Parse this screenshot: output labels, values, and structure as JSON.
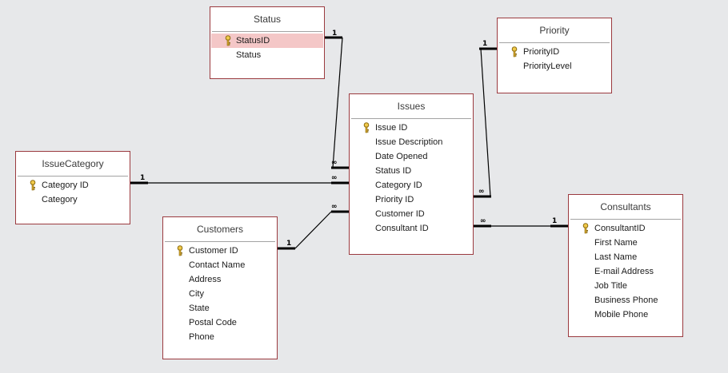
{
  "colors": {
    "background": "#e7e8ea",
    "table_border": "#9b3a3f",
    "selected_row": "#f4c7c7",
    "relationship_line": "#000000"
  },
  "icons": {
    "primary_key": "key-icon"
  },
  "relationship_labels": {
    "one": "1",
    "many": "∞"
  },
  "tables": {
    "status": {
      "title": "Status",
      "fields": [
        "StatusID",
        "Status"
      ],
      "primary_key": "StatusID",
      "selected_field": "StatusID"
    },
    "priority": {
      "title": "Priority",
      "fields": [
        "PriorityID",
        "PriorityLevel"
      ],
      "primary_key": "PriorityID"
    },
    "issues": {
      "title": "Issues",
      "fields": [
        "Issue ID",
        "Issue Description",
        "Date Opened",
        "Status ID",
        "Category ID",
        "Priority ID",
        "Customer ID",
        "Consultant ID"
      ],
      "primary_key": "Issue ID"
    },
    "issue_category": {
      "title": "IssueCategory",
      "fields": [
        "Category ID",
        "Category"
      ],
      "primary_key": "Category ID"
    },
    "customers": {
      "title": "Customers",
      "fields": [
        "Customer ID",
        "Contact Name",
        "Address",
        "City",
        "State",
        "Postal Code",
        "Phone"
      ],
      "primary_key": "Customer ID"
    },
    "consultants": {
      "title": "Consultants",
      "fields": [
        "ConsultantID",
        "First Name",
        "Last Name",
        "E-mail Address",
        "Job Title",
        "Business Phone",
        "Mobile Phone"
      ],
      "primary_key": "ConsultantID"
    }
  }
}
